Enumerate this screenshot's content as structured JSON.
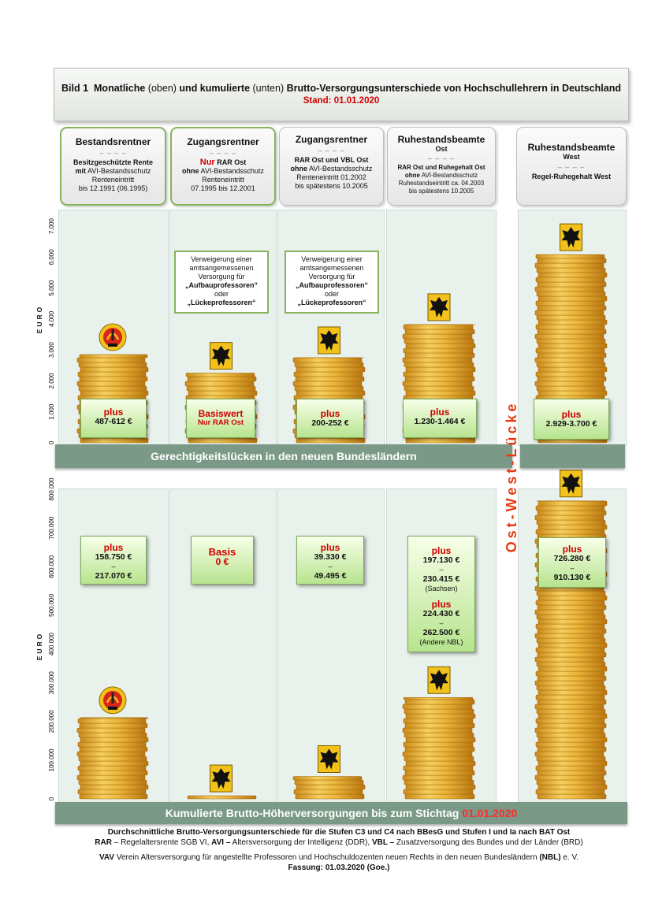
{
  "title": {
    "prefix": "Bild 1",
    "part1": "Monatliche",
    "part2": "(oben)",
    "part3": "und kumulierte",
    "part4": "(unten)",
    "part5": "Brutto-Versorgungsunterschiede von Hochschullehrern in Deutschland",
    "stand": "Stand: 01.01.2020"
  },
  "headers": [
    {
      "title": "Bestandsrentner",
      "dash": "– – – –",
      "l1": "Besitzgeschützte Rente",
      "l2a": "mit",
      "l2b": " AVI-Bestandsschutz",
      "l3": "Renteneintritt",
      "l4": "bis 12.1991 (06.1995)"
    },
    {
      "title": "Zugangsrentner",
      "dash": "– – – –",
      "red": "Nur",
      "l1b": " RAR Ost",
      "l2a": "ohne",
      "l2b": " AVI-Bestandsschutz",
      "l3": "Renteneintritt",
      "l4": "07.1995 bis 12.2001"
    },
    {
      "title": "Zugangsrentner",
      "dash": "– – – –",
      "l1": "RAR Ost und VBL Ost",
      "l2a": "ohne",
      "l2b": " AVI-Bestandsschutz",
      "l3": "Renteneintritt 01.2002",
      "l4": "bis spätestens 10.2005"
    },
    {
      "title": "Ruhestandsbeamte",
      "sub": "Ost",
      "dash": "– – – –",
      "l1": "RAR Ost und Ruhegehalt Ost",
      "l2a": "ohne",
      "l2b": " AVI-Bestandsschutz",
      "l3": "Ruhestandseintritt ca. 04.2003",
      "l4": "bis spätestens 10.2005"
    },
    {
      "title": "Ruhestandsbeamte",
      "sub": "West",
      "dash": "– – – –",
      "l1": "Regel-Ruhegehalt West"
    }
  ],
  "notes": [
    {
      "l1": "Verweigerung einer",
      "l2": "amtsangemessenen",
      "l3": "Versorgung für",
      "l4": "„Aufbauprofessoren“",
      "l5": "oder",
      "l6": "„Lückeprofessoren“"
    },
    {
      "l1": "Verweigerung einer",
      "l2": "amtsangemessenen",
      "l3": "Versorgung für",
      "l4": "„Aufbauprofessoren“",
      "l5": "oder",
      "l6": "„Lückeprofessoren“"
    }
  ],
  "top_labels": [
    {
      "a": "plus",
      "b": "487-612 €"
    },
    {
      "a": "Basiswert",
      "b": "Nur RAR Ost"
    },
    {
      "a": "plus",
      "b": "200-252 €"
    },
    {
      "a": "plus",
      "b": "1.230-1.464 €"
    },
    {
      "a": "plus",
      "b": "2.929-3.700 €"
    }
  ],
  "bottom_labels": [
    {
      "a": "plus",
      "b": "158.750 €",
      "c": "–",
      "d": "217.070 €"
    },
    {
      "a": "Basis",
      "b": "0 €"
    },
    {
      "a": "plus",
      "b": "39.330 €",
      "c": "–",
      "d": "49.495 €"
    },
    {
      "a": "plus",
      "b": "197.130 €",
      "c": "–",
      "d": "230.415 €",
      "e": "(Sachsen)",
      "f": "plus",
      "g": "224.430 €",
      "h": "–",
      "i": "262.500 €",
      "j": "(Andere NBL)"
    },
    {
      "a": "plus",
      "b": "726.280 €",
      "c": "–",
      "d": "910.130 €"
    }
  ],
  "bands": {
    "top": "Gerechtigkeitslücken in den neuen Bundesländern",
    "bottom_a": "Kumulierte Brutto-Höherversorgungen bis zum Stichtag ",
    "bottom_b": "01.01.2020"
  },
  "ostwest": "Ost-West-Lücke",
  "footer": {
    "l1": "Durchschnittliche Brutto-Versorgungsunterschiede für die Stufen C3 und C4 nach BBesG und Stufen I und Ia nach BAT Ost",
    "l2a": "RAR",
    "l2b": " – Regelaltersrente SGB VI,  ",
    "l2c": "AVI –",
    "l2d": " Altersversorgung der Intelligenz (DDR),  ",
    "l2e": "VBL –",
    "l2f": " Zusatzversorgung des Bundes und der Länder (BRD)",
    "l3a": "VAV",
    "l3b": "  Verein Altersversorgung für angestellte Professoren und Hochschuldozenten neuen Rechts in den neuen Bundesländern ",
    "l3c": "(NBL)",
    "l3d": "  e. V.",
    "l4": "Fassung: 01.03.2020 (Goe.)"
  },
  "chart_data": [
    {
      "type": "bar",
      "ylabel": "EURO",
      "ylim": [
        0,
        7000
      ],
      "yticks": [
        "7.000",
        "6.000",
        "5.000",
        "4.000",
        "3.000",
        "2.000",
        "1.000",
        "0"
      ],
      "categories": [
        "Bestandsrentner",
        "Zugangsrentner (RAR Ost)",
        "Zugangsrentner (RAR+VBL Ost)",
        "Ruhestandsbeamte Ost",
        "Ruhestandsbeamte West"
      ],
      "values": [
        2850,
        2250,
        2750,
        3820,
        6080
      ]
    },
    {
      "type": "bar",
      "ylabel": "EURO",
      "ylim": [
        0,
        800000
      ],
      "yticks": [
        "800.000",
        "700.000",
        "600.000",
        "500.000",
        "400.000",
        "300.000",
        "200.000",
        "100.000",
        "0"
      ],
      "categories": [
        "Bestandsrentner",
        "Zugangsrentner (RAR Ost)",
        "Zugangsrentner (RAR+VBL Ost)",
        "Ruhestandsbeamte Ost",
        "Ruhestandsbeamte West"
      ],
      "values": [
        210000,
        8000,
        58000,
        262000,
        770000
      ]
    }
  ]
}
